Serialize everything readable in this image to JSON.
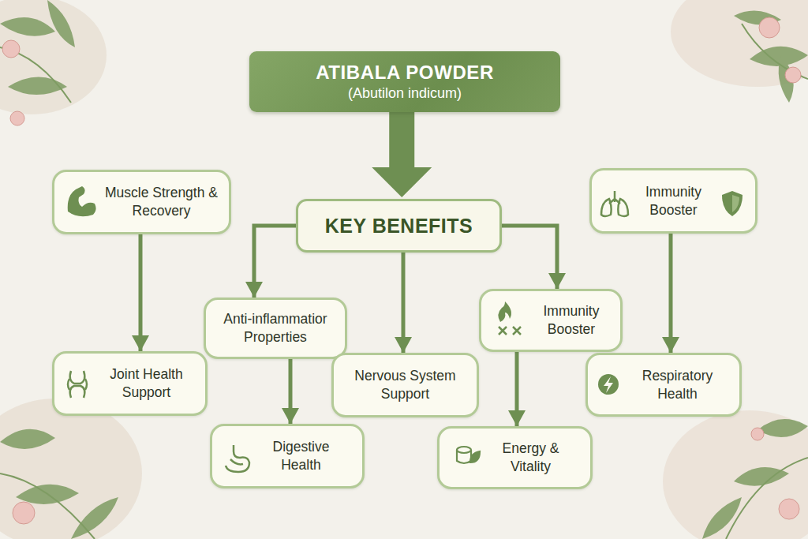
{
  "diagram": {
    "nodes": [
      {
        "text": [
          "ATIBALA POWDER",
          "(Abutilon indicum)"
        ]
      },
      {
        "text": [
          "Muscle Strength & Recovery"
        ]
      },
      {
        "text": [
          "Immunity Booster"
        ]
      },
      {
        "text": [
          "KEY BENEFITS"
        ]
      },
      {
        "text": [
          "Immunity Booster"
        ]
      },
      {
        "text": [
          "Anti-inflammatior Properties"
        ]
      },
      {
        "text": [
          "Joint Health Support"
        ]
      },
      {
        "text": [
          "Nervous System Support"
        ]
      },
      {
        "text": [
          "Respiratory Health"
        ]
      },
      {
        "text": [
          "Digestive Health"
        ]
      },
      {
        "text": [
          "Energy & Vitality"
        ]
      }
    ],
    "edges": [
      {
        "from": 0,
        "to": 3,
        "arrow": "to"
      },
      {
        "from": 1,
        "to": 6,
        "arrow": "to"
      },
      {
        "from": 3,
        "to": 5,
        "arrow": "to"
      },
      {
        "from": 3,
        "to": 7,
        "arrow": "to"
      },
      {
        "from": 3,
        "to": 4,
        "arrow": "to"
      },
      {
        "from": 5,
        "to": 9,
        "arrow": "to"
      },
      {
        "from": 4,
        "to": 10,
        "arrow": "to"
      },
      {
        "from": 2,
        "to": 8,
        "arrow": "to"
      }
    ]
  }
}
